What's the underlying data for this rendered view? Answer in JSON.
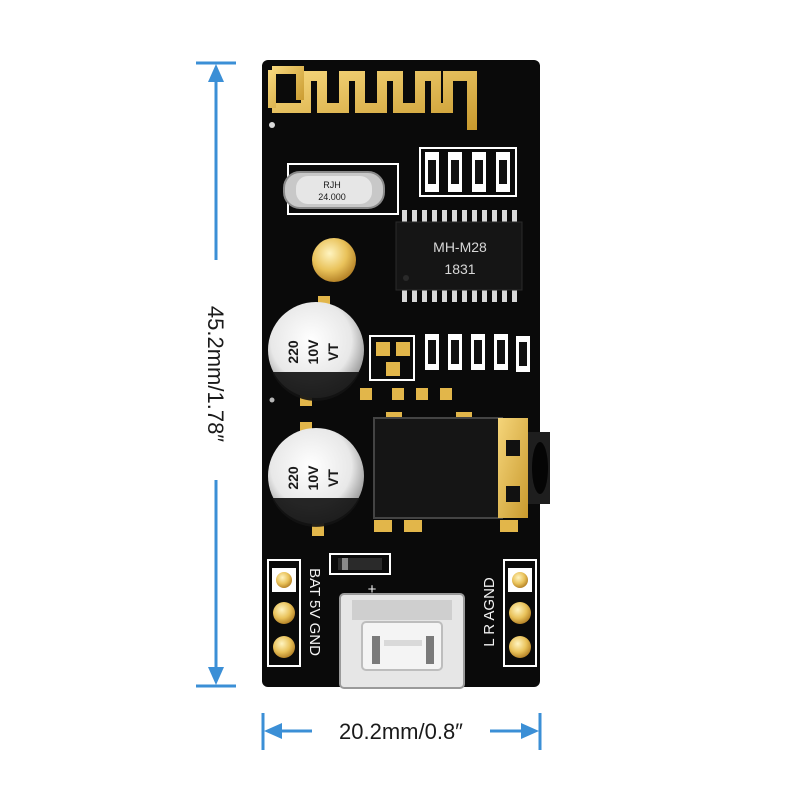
{
  "dimensions": {
    "height_label": "45.2mm/1.78″",
    "width_label": "20.2mm/0.8″"
  },
  "board": {
    "chip_model": "MH-M28",
    "chip_code": "1831",
    "crystal_line1": "RJH",
    "crystal_line2": "24.000",
    "capacitor_value": "220",
    "capacitor_voltage": "10V",
    "capacitor_series": "VT",
    "left_pins_label": "BAT 5V GND",
    "right_pins_label": "L R AGND",
    "plus_mark": "+"
  },
  "colors": {
    "pcb": "#0a0a0a",
    "gold": "#e2b64a",
    "dimension": "#3b8fd6",
    "silkscreen": "#f2f2f2"
  }
}
